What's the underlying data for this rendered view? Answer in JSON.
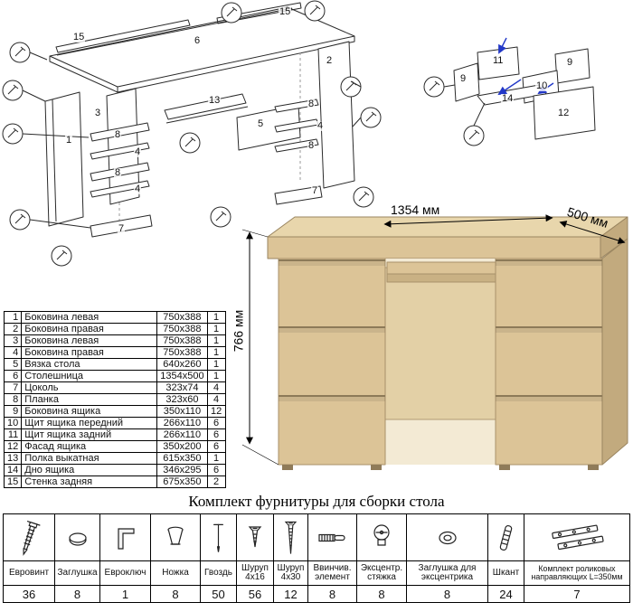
{
  "exploded_main": {
    "labels": [
      "15",
      "6",
      "15",
      "2",
      "13",
      "1",
      "3",
      "8",
      "4",
      "8",
      "4",
      "7",
      "5",
      "8",
      "4",
      "8",
      "7"
    ]
  },
  "exploded_drawer": {
    "labels": [
      "11",
      "9",
      "9",
      "10",
      "14",
      "12"
    ],
    "arrow_color": "#2238c8"
  },
  "desk": {
    "dimensions": {
      "width": "1354 мм",
      "depth": "500 мм",
      "height": "766 мм"
    },
    "colors": {
      "front": "#dcc497",
      "top": "#e8d6ac",
      "side": "#c2aa7e",
      "back": "#e3d0a6"
    }
  },
  "parts_table": {
    "rows": [
      {
        "num": "1",
        "name": "Боковина левая",
        "size": "750x388",
        "qty": "1"
      },
      {
        "num": "2",
        "name": "Боковина правая",
        "size": "750x388",
        "qty": "1"
      },
      {
        "num": "3",
        "name": "Боковина левая",
        "size": "750x388",
        "qty": "1"
      },
      {
        "num": "4",
        "name": "Боковина правая",
        "size": "750x388",
        "qty": "1"
      },
      {
        "num": "5",
        "name": "Вязка стола",
        "size": "640x260",
        "qty": "1"
      },
      {
        "num": "6",
        "name": "Столешница",
        "size": "1354x500",
        "qty": "1"
      },
      {
        "num": "7",
        "name": "Цоколь",
        "size": "323x74",
        "qty": "4"
      },
      {
        "num": "8",
        "name": "Планка",
        "size": "323x60",
        "qty": "4"
      },
      {
        "num": "9",
        "name": "Боковина ящика",
        "size": "350x110",
        "qty": "12"
      },
      {
        "num": "10",
        "name": "Щит ящика передний",
        "size": "266x110",
        "qty": "6"
      },
      {
        "num": "11",
        "name": "Щит ящика задний",
        "size": "266x110",
        "qty": "6"
      },
      {
        "num": "12",
        "name": "Фасад ящика",
        "size": "350x200",
        "qty": "6"
      },
      {
        "num": "13",
        "name": "Полка выкатная",
        "size": "615x350",
        "qty": "1"
      },
      {
        "num": "14",
        "name": "Дно ящика",
        "size": "346x295",
        "qty": "6"
      },
      {
        "num": "15",
        "name": "Стенка задняя",
        "size": "675x350",
        "qty": "2"
      }
    ]
  },
  "hardware": {
    "title": "Комплект фурнитуры для сборки стола",
    "items": [
      {
        "name": "Евровинт",
        "qty": "36"
      },
      {
        "name": "Заглушка",
        "qty": "8"
      },
      {
        "name": "Евроключ",
        "qty": "1"
      },
      {
        "name": "Ножка",
        "qty": "8"
      },
      {
        "name": "Гвоздь",
        "qty": "50"
      },
      {
        "name": "Шуруп 4x16",
        "qty": "56"
      },
      {
        "name": "Шуруп 4x30",
        "qty": "12"
      },
      {
        "name": "Ввинчив. элемент",
        "qty": "8"
      },
      {
        "name": "Эксцентр. стяжка",
        "qty": "8"
      },
      {
        "name": "Заглушка для эксцентрика",
        "qty": "8"
      },
      {
        "name": "Шкант",
        "qty": "24"
      },
      {
        "name": "Комплект роликовых направляющих L=350мм",
        "qty": "7"
      }
    ]
  }
}
